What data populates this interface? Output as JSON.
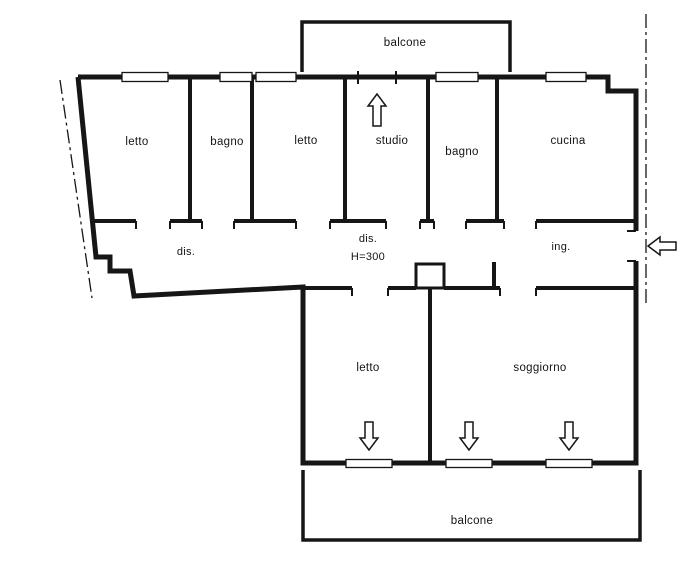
{
  "drawing_type": "apartment floor plan",
  "rooms": {
    "balcone_top": "balcone",
    "letto_1": "letto",
    "bagno_1": "bagno",
    "letto_2": "letto",
    "studio": "studio",
    "bagno_2": "bagno",
    "cucina": "cucina",
    "dis_1": "dis.",
    "dis_2": "dis.",
    "ing": "ing.",
    "letto_3": "letto",
    "soggiorno": "soggiorno",
    "balcone_bottom": "balcone"
  },
  "annotations": {
    "ceiling_height": "H=300"
  },
  "icons": {
    "balcony_door_arrow": "up-arrow",
    "entrance_arrow": "left-arrow",
    "terrace_door_arrow_1": "down-arrow",
    "terrace_door_arrow_2": "down-arrow",
    "terrace_door_arrow_3": "down-arrow"
  },
  "colors": {
    "line": "#161616",
    "background": "#ffffff"
  }
}
